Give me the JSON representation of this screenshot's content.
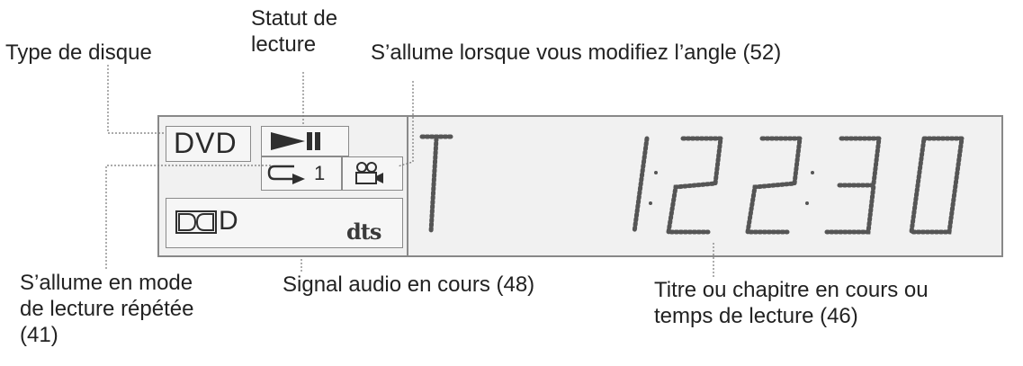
{
  "labels": {
    "disc_type": "Type de disque",
    "play_status": "Statut de\nlecture",
    "angle": "S’allume lorsque vous modifiez l’angle (52)",
    "repeat": "S’allume en mode\nde lecture répétée\n(41)",
    "audio": "Signal audio en cours (48)",
    "title_time": "Titre ou chapitre en cours ou\ntemps de lecture (46)"
  },
  "display": {
    "disc": "DVD",
    "audio_format": "DD",
    "audio_dts": "dts",
    "repeat_count": "1",
    "title_char": "T",
    "time_digits": "1:22:30",
    "icons": [
      "play-pause-icon",
      "repeat-icon",
      "camera-angle-icon",
      "dolby-digital-icon",
      "dts-logo"
    ]
  },
  "colors": {
    "panel_bg": "#f1f1f1",
    "segment": "#555555",
    "leader": "#777777"
  }
}
